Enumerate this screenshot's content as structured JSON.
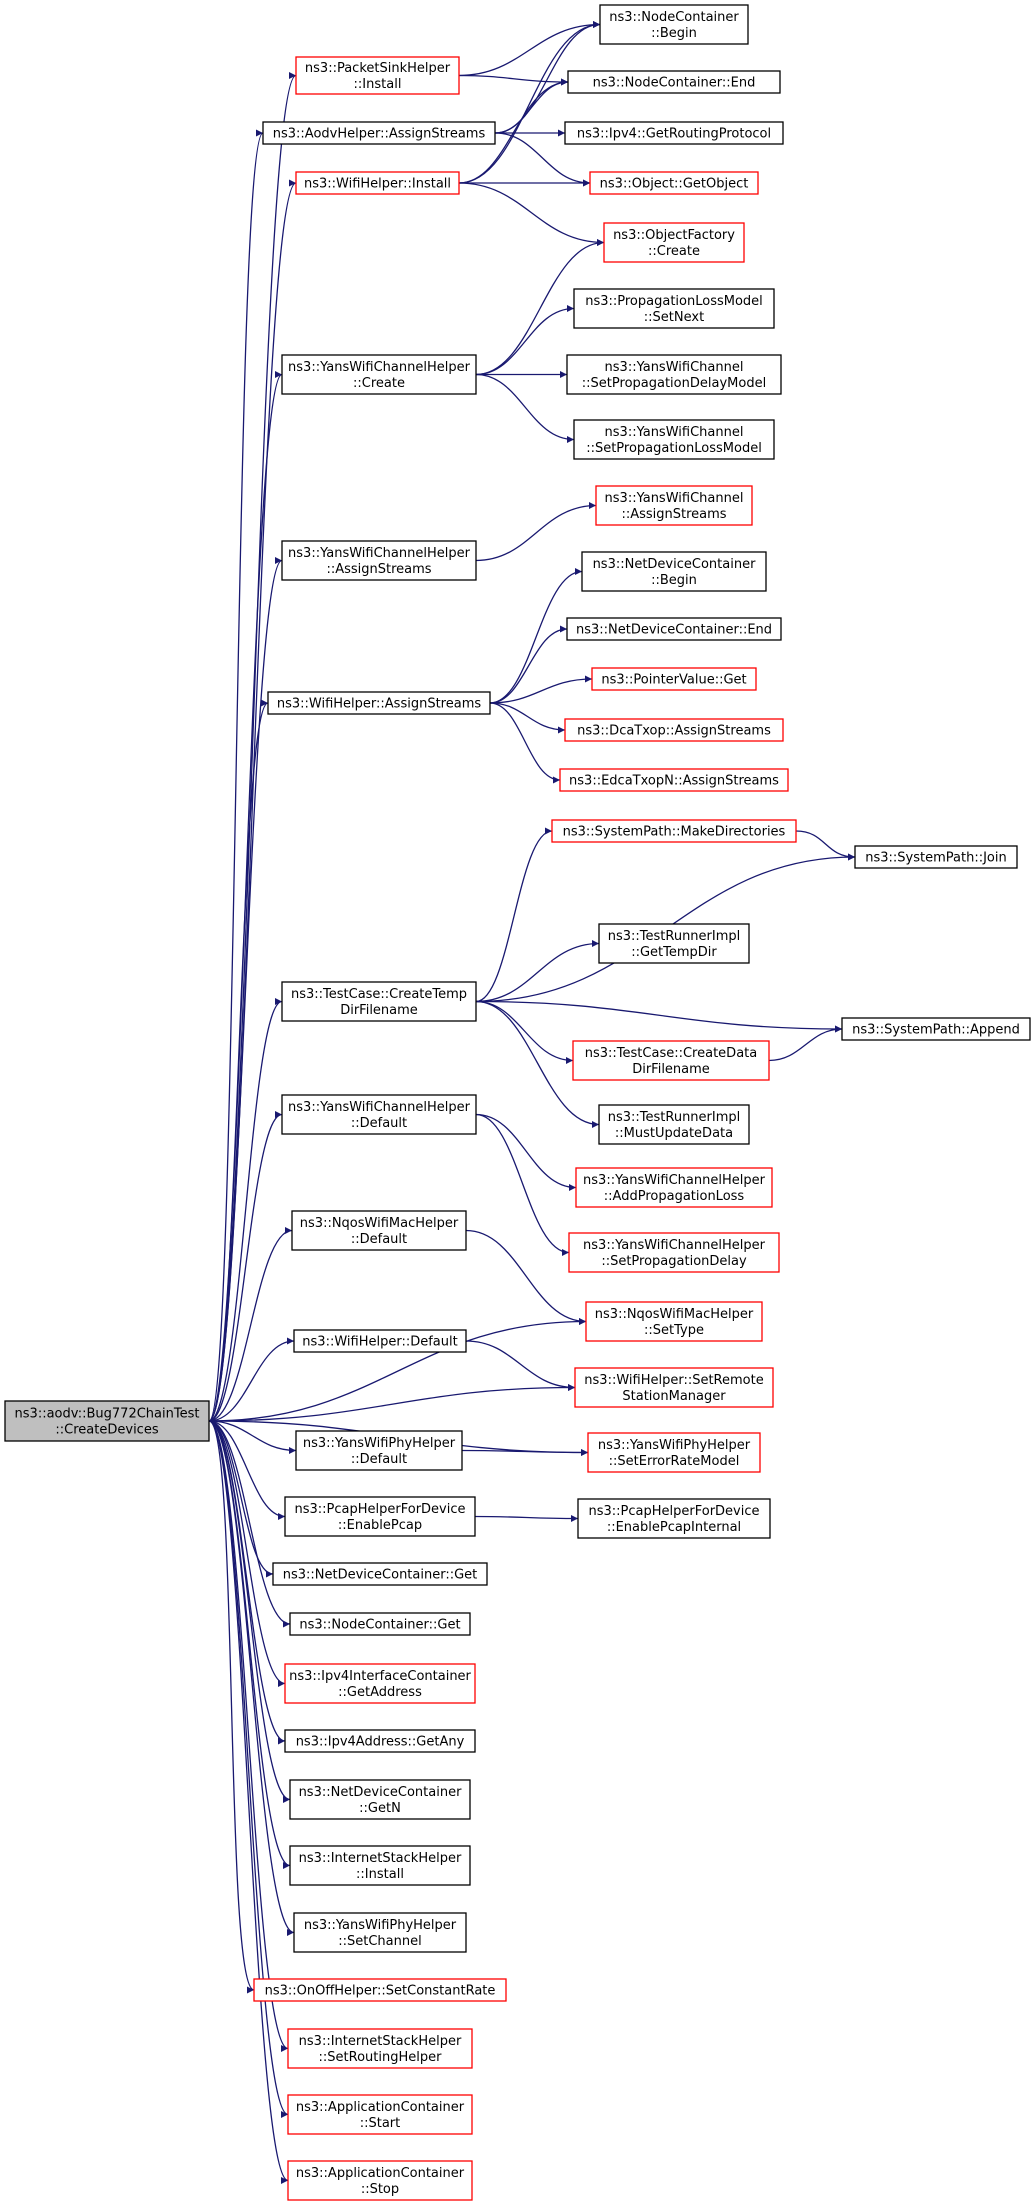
{
  "colors": {
    "edge": "#191970",
    "node_border_plain": "#000000",
    "node_border_truncated": "#ff0000",
    "root_fill": "#bfbfbf",
    "node_fill": "#ffffff"
  },
  "diagram": {
    "nodes": [
      {
        "id": "root",
        "lines": [
          "ns3::aodv::Bug772ChainTest",
          "::CreateDevices"
        ],
        "style": "root"
      },
      {
        "id": "psh_install",
        "lines": [
          "ns3::PacketSinkHelper",
          "::Install"
        ],
        "style": "truncated"
      },
      {
        "id": "aodv_assign",
        "lines": [
          "ns3::AodvHelper::AssignStreams"
        ],
        "style": "plain"
      },
      {
        "id": "wifi_install",
        "lines": [
          "ns3::WifiHelper::Install"
        ],
        "style": "truncated"
      },
      {
        "id": "ywch_create",
        "lines": [
          "ns3::YansWifiChannelHelper",
          "::Create"
        ],
        "style": "plain"
      },
      {
        "id": "ywch_assign",
        "lines": [
          "ns3::YansWifiChannelHelper",
          "::AssignStreams"
        ],
        "style": "plain"
      },
      {
        "id": "wifi_assign",
        "lines": [
          "ns3::WifiHelper::AssignStreams"
        ],
        "style": "plain"
      },
      {
        "id": "tc_tempdir",
        "lines": [
          "ns3::TestCase::CreateTemp",
          "DirFilename"
        ],
        "style": "plain"
      },
      {
        "id": "ywch_default",
        "lines": [
          "ns3::YansWifiChannelHelper",
          "::Default"
        ],
        "style": "plain"
      },
      {
        "id": "nqos_default",
        "lines": [
          "ns3::NqosWifiMacHelper",
          "::Default"
        ],
        "style": "plain"
      },
      {
        "id": "wifi_default",
        "lines": [
          "ns3::WifiHelper::Default"
        ],
        "style": "plain"
      },
      {
        "id": "ywph_default",
        "lines": [
          "ns3::YansWifiPhyHelper",
          "::Default"
        ],
        "style": "plain"
      },
      {
        "id": "pcap_enable",
        "lines": [
          "ns3::PcapHelperForDevice",
          "::EnablePcap"
        ],
        "style": "plain"
      },
      {
        "id": "ndc_get",
        "lines": [
          "ns3::NetDeviceContainer::Get"
        ],
        "style": "plain"
      },
      {
        "id": "nc_get",
        "lines": [
          "ns3::NodeContainer::Get"
        ],
        "style": "plain"
      },
      {
        "id": "ipv4ic_addr",
        "lines": [
          "ns3::Ipv4InterfaceContainer",
          "::GetAddress"
        ],
        "style": "truncated"
      },
      {
        "id": "ipv4a_any",
        "lines": [
          "ns3::Ipv4Address::GetAny"
        ],
        "style": "plain"
      },
      {
        "id": "ndc_getn",
        "lines": [
          "ns3::NetDeviceContainer",
          "::GetN"
        ],
        "style": "plain"
      },
      {
        "id": "ish_install",
        "lines": [
          "ns3::InternetStackHelper",
          "::Install"
        ],
        "style": "plain"
      },
      {
        "id": "ywph_setch",
        "lines": [
          "ns3::YansWifiPhyHelper",
          "::SetChannel"
        ],
        "style": "plain"
      },
      {
        "id": "onoff_rate",
        "lines": [
          "ns3::OnOffHelper::SetConstantRate"
        ],
        "style": "truncated"
      },
      {
        "id": "ish_routing",
        "lines": [
          "ns3::InternetStackHelper",
          "::SetRoutingHelper"
        ],
        "style": "truncated"
      },
      {
        "id": "ac_start",
        "lines": [
          "ns3::ApplicationContainer",
          "::Start"
        ],
        "style": "truncated"
      },
      {
        "id": "ac_stop",
        "lines": [
          "ns3::ApplicationContainer",
          "::Stop"
        ],
        "style": "truncated"
      },
      {
        "id": "nc_begin",
        "lines": [
          "ns3::NodeContainer",
          "::Begin"
        ],
        "style": "plain"
      },
      {
        "id": "nc_end",
        "lines": [
          "ns3::NodeContainer::End"
        ],
        "style": "plain"
      },
      {
        "id": "ipv4_grp",
        "lines": [
          "ns3::Ipv4::GetRoutingProtocol"
        ],
        "style": "plain"
      },
      {
        "id": "obj_get",
        "lines": [
          "ns3::Object::GetObject"
        ],
        "style": "truncated"
      },
      {
        "id": "of_create",
        "lines": [
          "ns3::ObjectFactory",
          "::Create"
        ],
        "style": "truncated"
      },
      {
        "id": "plm_setnext",
        "lines": [
          "ns3::PropagationLossModel",
          "::SetNext"
        ],
        "style": "plain"
      },
      {
        "id": "ywc_setdelay",
        "lines": [
          "ns3::YansWifiChannel",
          "::SetPropagationDelayModel"
        ],
        "style": "plain"
      },
      {
        "id": "ywc_setloss",
        "lines": [
          "ns3::YansWifiChannel",
          "::SetPropagationLossModel"
        ],
        "style": "plain"
      },
      {
        "id": "ywc_assign",
        "lines": [
          "ns3::YansWifiChannel",
          "::AssignStreams"
        ],
        "style": "truncated"
      },
      {
        "id": "ndc_begin",
        "lines": [
          "ns3::NetDeviceContainer",
          "::Begin"
        ],
        "style": "plain"
      },
      {
        "id": "ndc_end",
        "lines": [
          "ns3::NetDeviceContainer::End"
        ],
        "style": "plain"
      },
      {
        "id": "pv_get",
        "lines": [
          "ns3::PointerValue::Get"
        ],
        "style": "truncated"
      },
      {
        "id": "dca_assign",
        "lines": [
          "ns3::DcaTxop::AssignStreams"
        ],
        "style": "truncated"
      },
      {
        "id": "edca_assign",
        "lines": [
          "ns3::EdcaTxopN::AssignStreams"
        ],
        "style": "truncated"
      },
      {
        "id": "sp_mkdirs",
        "lines": [
          "ns3::SystemPath::MakeDirectories"
        ],
        "style": "truncated"
      },
      {
        "id": "sp_join",
        "lines": [
          "ns3::SystemPath::Join"
        ],
        "style": "plain"
      },
      {
        "id": "tri_tempdir",
        "lines": [
          "ns3::TestRunnerImpl",
          "::GetTempDir"
        ],
        "style": "plain"
      },
      {
        "id": "sp_append",
        "lines": [
          "ns3::SystemPath::Append"
        ],
        "style": "plain"
      },
      {
        "id": "tc_datadir",
        "lines": [
          "ns3::TestCase::CreateData",
          "DirFilename"
        ],
        "style": "truncated"
      },
      {
        "id": "tri_mustupd",
        "lines": [
          "ns3::TestRunnerImpl",
          "::MustUpdateData"
        ],
        "style": "plain"
      },
      {
        "id": "ywch_addloss",
        "lines": [
          "ns3::YansWifiChannelHelper",
          "::AddPropagationLoss"
        ],
        "style": "truncated"
      },
      {
        "id": "ywch_setdelay",
        "lines": [
          "ns3::YansWifiChannelHelper",
          "::SetPropagationDelay"
        ],
        "style": "truncated"
      },
      {
        "id": "nqos_settype",
        "lines": [
          "ns3::NqosWifiMacHelper",
          "::SetType"
        ],
        "style": "truncated"
      },
      {
        "id": "wifi_setrsm",
        "lines": [
          "ns3::WifiHelper::SetRemote",
          "StationManager"
        ],
        "style": "truncated"
      },
      {
        "id": "ywph_seterr",
        "lines": [
          "ns3::YansWifiPhyHelper",
          "::SetErrorRateModel"
        ],
        "style": "truncated"
      },
      {
        "id": "pcap_internal",
        "lines": [
          "ns3::PcapHelperForDevice",
          "::EnablePcapInternal"
        ],
        "style": "plain"
      }
    ],
    "edges": [
      [
        "root",
        "psh_install"
      ],
      [
        "root",
        "aodv_assign"
      ],
      [
        "root",
        "wifi_install"
      ],
      [
        "root",
        "ywch_create"
      ],
      [
        "root",
        "ywch_assign"
      ],
      [
        "root",
        "wifi_assign"
      ],
      [
        "root",
        "tc_tempdir"
      ],
      [
        "root",
        "ywch_default"
      ],
      [
        "root",
        "nqos_default"
      ],
      [
        "root",
        "wifi_default"
      ],
      [
        "root",
        "ywph_default"
      ],
      [
        "root",
        "pcap_enable"
      ],
      [
        "root",
        "ndc_get"
      ],
      [
        "root",
        "nc_get"
      ],
      [
        "root",
        "ipv4ic_addr"
      ],
      [
        "root",
        "ipv4a_any"
      ],
      [
        "root",
        "ndc_getn"
      ],
      [
        "root",
        "ish_install"
      ],
      [
        "root",
        "ywph_setch"
      ],
      [
        "root",
        "onoff_rate"
      ],
      [
        "root",
        "ish_routing"
      ],
      [
        "root",
        "ac_start"
      ],
      [
        "root",
        "ac_stop"
      ],
      [
        "root",
        "nqos_settype"
      ],
      [
        "root",
        "wifi_setrsm"
      ],
      [
        "root",
        "ywph_seterr"
      ],
      [
        "psh_install",
        "nc_begin"
      ],
      [
        "psh_install",
        "nc_end"
      ],
      [
        "aodv_assign",
        "nc_begin"
      ],
      [
        "aodv_assign",
        "nc_end"
      ],
      [
        "aodv_assign",
        "ipv4_grp"
      ],
      [
        "aodv_assign",
        "obj_get"
      ],
      [
        "wifi_install",
        "nc_begin"
      ],
      [
        "wifi_install",
        "nc_end"
      ],
      [
        "wifi_install",
        "obj_get"
      ],
      [
        "wifi_install",
        "of_create"
      ],
      [
        "ywch_create",
        "of_create"
      ],
      [
        "ywch_create",
        "plm_setnext"
      ],
      [
        "ywch_create",
        "ywc_setdelay"
      ],
      [
        "ywch_create",
        "ywc_setloss"
      ],
      [
        "ywch_assign",
        "ywc_assign"
      ],
      [
        "wifi_assign",
        "ndc_begin"
      ],
      [
        "wifi_assign",
        "ndc_end"
      ],
      [
        "wifi_assign",
        "pv_get"
      ],
      [
        "wifi_assign",
        "dca_assign"
      ],
      [
        "wifi_assign",
        "edca_assign"
      ],
      [
        "tc_tempdir",
        "sp_mkdirs"
      ],
      [
        "tc_tempdir",
        "sp_join"
      ],
      [
        "tc_tempdir",
        "tri_tempdir"
      ],
      [
        "tc_tempdir",
        "sp_append"
      ],
      [
        "tc_tempdir",
        "tc_datadir"
      ],
      [
        "tc_tempdir",
        "tri_mustupd"
      ],
      [
        "sp_mkdirs",
        "sp_join"
      ],
      [
        "tc_datadir",
        "sp_append"
      ],
      [
        "ywch_default",
        "ywch_addloss"
      ],
      [
        "ywch_default",
        "ywch_setdelay"
      ],
      [
        "nqos_default",
        "nqos_settype"
      ],
      [
        "wifi_default",
        "wifi_setrsm"
      ],
      [
        "ywph_default",
        "ywph_seterr"
      ],
      [
        "pcap_enable",
        "pcap_internal"
      ]
    ]
  }
}
